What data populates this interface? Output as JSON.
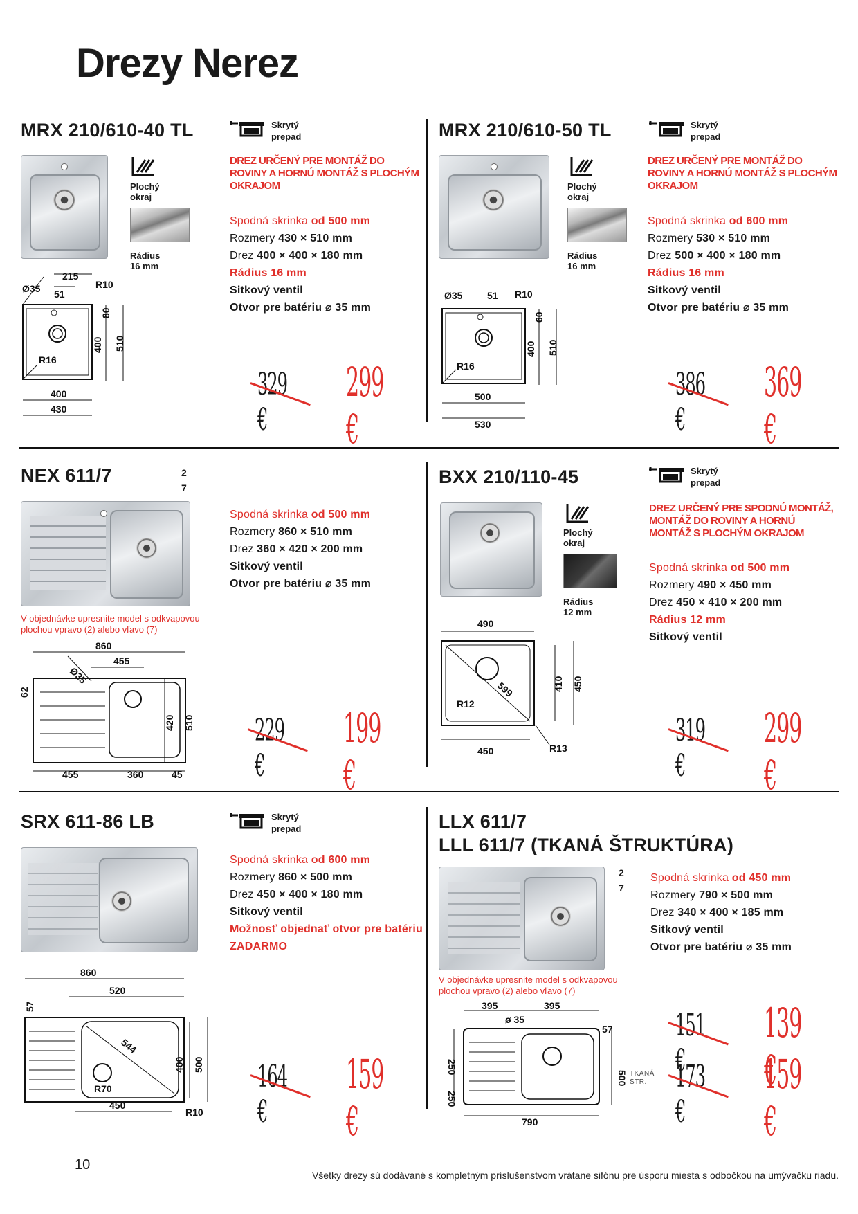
{
  "page": {
    "title": "Drezy Nerez",
    "page_number": "10",
    "footer": "Všetky drezy sú dodávané s kompletným príslušenstvom vrátane sifónu pre úsporu miesta s odbočkou na umývačku riadu."
  },
  "badges": {
    "hidden_drain": [
      "Skrytý",
      "prepad"
    ]
  },
  "labels": {
    "flat_edge": "Plochý okraj",
    "tkana": [
      "TKANÁ",
      "ŠTR."
    ]
  },
  "products": {
    "mrx40": {
      "name": "MRX 210/610-40 TL",
      "red_title": "DREZ URČENÝ PRE MONTÁŽ DO ROVINY A HORNÚ MONTÁŽ S PLOCHÝM OKRAJOM",
      "radius_label": "Rádius 16 mm",
      "specs": {
        "cabinet_label": "Spodná skrinka",
        "cabinet_value": "od 500 mm",
        "size_label": "Rozmery",
        "size_value": "430 × 510 mm",
        "bowl_label": "Drez",
        "bowl_value": "400 × 400 × 180 mm",
        "radius": "Rádius 16 mm",
        "valve": "Sitkový ventil",
        "tap": "Otvor pre batériu ⌀ 35 mm"
      },
      "old_price": "329 €",
      "new_price": "299 €",
      "dims": {
        "w_top": "215",
        "r": "R10",
        "d": "Ø35",
        "off": "51",
        "v1": "80",
        "v2": "400",
        "v3": "510",
        "rc": "R16",
        "b1": "400",
        "b2": "430"
      }
    },
    "mrx50": {
      "name": "MRX 210/610-50 TL",
      "red_title": "DREZ URČENÝ PRE MONTÁŽ DO ROVINY A HORNÚ MONTÁŽ S PLOCHÝM OKRAJOM",
      "radius_label": "Rádius 16 mm",
      "specs": {
        "cabinet_label": "Spodná skrinka",
        "cabinet_value": "od 600 mm",
        "size_label": "Rozmery",
        "size_value": "530 × 510 mm",
        "bowl_label": "Drez",
        "bowl_value": "500 × 400 × 180 mm",
        "radius": "Rádius 16 mm",
        "valve": "Sitkový ventil",
        "tap": "Otvor pre batériu ⌀ 35 mm"
      },
      "old_price": "386 €",
      "new_price": "369 €",
      "dims": {
        "r": "R10",
        "d": "Ø35",
        "off": "51",
        "v1": "60",
        "v2": "400",
        "v3": "510",
        "rc": "R16",
        "b1": "500",
        "b2": "530"
      }
    },
    "nex": {
      "name": "NEX 611/7",
      "variants": [
        "2",
        "7"
      ],
      "specs": {
        "cabinet_label": "Spodná skrinka",
        "cabinet_value": "od 500 mm",
        "size_label": "Rozmery",
        "size_value": "860 × 510 mm",
        "bowl_label": "Drez",
        "bowl_value": "360 × 420 × 200 mm",
        "valve": "Sitkový ventil",
        "tap": "Otvor pre batériu ⌀ 35 mm"
      },
      "note": "V objednávke upresnite model s odkvapovou plochou vpravo (2) alebo vľavo (7)",
      "old_price": "229 €",
      "new_price": "199 €",
      "dims": {
        "w": "860",
        "d": "Ø35",
        "bw": "455",
        "v1": "62",
        "v2": "420",
        "v3": "510",
        "b1": "455",
        "b2": "360",
        "b3": "45"
      }
    },
    "bxx": {
      "name": "BXX 210/110-45",
      "red_title": "DREZ URČENÝ PRE SPODNÚ MONTÁŽ, MONTÁŽ DO ROVINY A HORNÚ MONTÁŽ S PLOCHÝM OKRAJOM",
      "radius_label": "Rádius 12 mm",
      "specs": {
        "cabinet_label": "Spodná skrinka",
        "cabinet_value": "od 500 mm",
        "size_label": "Rozmery",
        "size_value": "490 × 450 mm",
        "bowl_label": "Drez",
        "bowl_value": "450 × 410 × 200 mm",
        "radius": "Rádius 12 mm",
        "valve": "Sitkový ventil"
      },
      "old_price": "319 €",
      "new_price": "299 €",
      "dims": {
        "w": "490",
        "diag": "599",
        "v1": "410",
        "v2": "450",
        "r1": "R12",
        "r2": "R13",
        "b": "450"
      }
    },
    "srx": {
      "name": "SRX 611-86 LB",
      "specs": {
        "cabinet_label": "Spodná skrinka",
        "cabinet_value": "od 600 mm",
        "size_label": "Rozmery",
        "size_value": "860 × 500 mm",
        "bowl_label": "Drez",
        "bowl_value": "450 × 400 × 180 mm",
        "valve": "Sitkový ventil",
        "option": "Možnosť objednať otvor pre batériu",
        "free": "ZADARMO"
      },
      "old_price": "164 €",
      "new_price": "159 €",
      "dims": {
        "w": "860",
        "bw": "520",
        "v1": "57",
        "v2": "400",
        "v3": "500",
        "diag": "544",
        "rc": "R70",
        "b": "450",
        "r": "R10"
      }
    },
    "llx": {
      "name": "LLX 611/7",
      "name2": "LLL 611/7 (TKANÁ ŠTRUKTÚRA)",
      "variants": [
        "2",
        "7"
      ],
      "specs": {
        "cabinet_label": "Spodná skrinka",
        "cabinet_value": "od 450 mm",
        "size_label": "Rozmery",
        "size_value": "790 × 500 mm",
        "bowl_label": "Drez",
        "bowl_value": "340 × 400 × 185 mm",
        "valve": "Sitkový ventil",
        "tap": "Otvor pre batériu ⌀ 35 mm"
      },
      "note": "V objednávke upresnite model s odkvapovou plochou vpravo (2) alebo vľavo (7)",
      "old_price": "151 €",
      "new_price": "139 €",
      "old_price2": "173 €",
      "new_price2": "159 €",
      "dims": {
        "w1": "395",
        "w2": "395",
        "d": "ø 35",
        "v1": "250",
        "v2": "250",
        "v3": "57",
        "v4": "500",
        "b": "790"
      }
    }
  }
}
